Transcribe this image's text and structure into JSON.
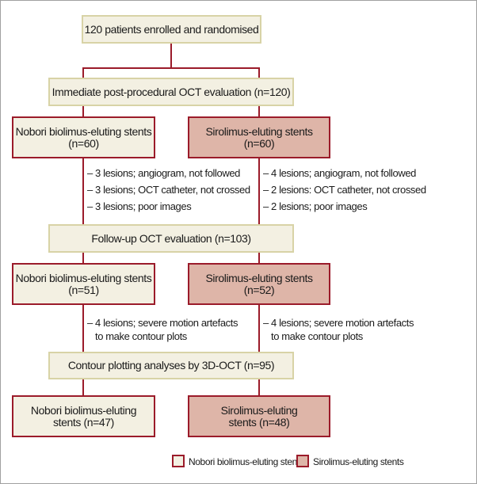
{
  "colors": {
    "connector": "#9b1b2a",
    "neutral_fill": "#f3f0e2",
    "neutral_border": "#d8d3a6",
    "nobori_fill": "#f3f0e2",
    "sirolimus_fill": "#deb5a8"
  },
  "flow": {
    "enrolled": "120 patients enrolled and randomised",
    "immediate_eval": "Immediate post-procedural OCT evaluation (n=120)",
    "stage1": {
      "nobori": {
        "line1": "Nobori biolimus-eluting stents",
        "line2": "(n=60)"
      },
      "sirolimus": {
        "line1": "Sirolimus-eluting stents",
        "line2": "(n=60)"
      }
    },
    "exclusions1": {
      "nobori": [
        "– 3 lesions; angiogram, not followed",
        "– 3 lesions; OCT catheter, not crossed",
        "– 3 lesions; poor images"
      ],
      "sirolimus": [
        "– 4 lesions; angiogram, not followed",
        "– 2 lesions: OCT catheter, not crossed",
        "– 2 lesions; poor images"
      ]
    },
    "followup_eval": "Follow-up OCT evaluation (n=103)",
    "stage2": {
      "nobori": {
        "line1": "Nobori biolimus-eluting stents",
        "line2": "(n=51)"
      },
      "sirolimus": {
        "line1": "Sirolimus-eluting stents",
        "line2": "(n=52)"
      }
    },
    "exclusions2": {
      "nobori": {
        "line1": "– 4 lesions; severe motion artefacts",
        "line2": "to make contour plots"
      },
      "sirolimus": {
        "line1": "– 4 lesions; severe motion artefacts",
        "line2": "to make contour plots"
      }
    },
    "contour_eval": "Contour plotting analyses by 3D-OCT (n=95)",
    "stage3": {
      "nobori": {
        "line1": "Nobori biolimus-eluting",
        "line2": "stents (n=47)"
      },
      "sirolimus": {
        "line1": "Sirolimus-eluting",
        "line2": "stents (n=48)"
      }
    }
  },
  "legend": {
    "nobori": "Nobori biolimus-eluting stents",
    "sirolimus": "Sirolimus-eluting stents"
  }
}
